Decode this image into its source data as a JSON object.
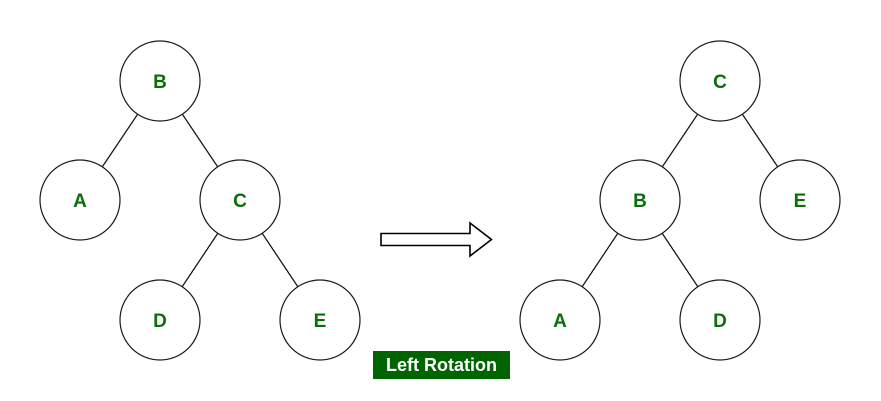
{
  "caption": {
    "text": "Left Rotation",
    "bg_color": "#006400",
    "text_color": "#ffffff"
  },
  "colors": {
    "node_letter": "#0a6e0a",
    "outline": "#1a1a1a",
    "background": "#ffffff"
  },
  "arrow": {
    "direction": "right",
    "style": "hollow-outline"
  },
  "tree_before": {
    "description": "binary tree before left rotation",
    "nodes": {
      "root": "B",
      "left": "A",
      "right": "C",
      "right_left": "D",
      "right_right": "E"
    },
    "edges": [
      "B-A",
      "B-C",
      "C-D",
      "C-E"
    ]
  },
  "tree_after": {
    "description": "binary tree after left rotation",
    "nodes": {
      "root": "C",
      "left": "B",
      "right": "E",
      "left_left": "A",
      "left_right": "D"
    },
    "edges": [
      "C-B",
      "C-E",
      "B-A",
      "B-D"
    ]
  }
}
